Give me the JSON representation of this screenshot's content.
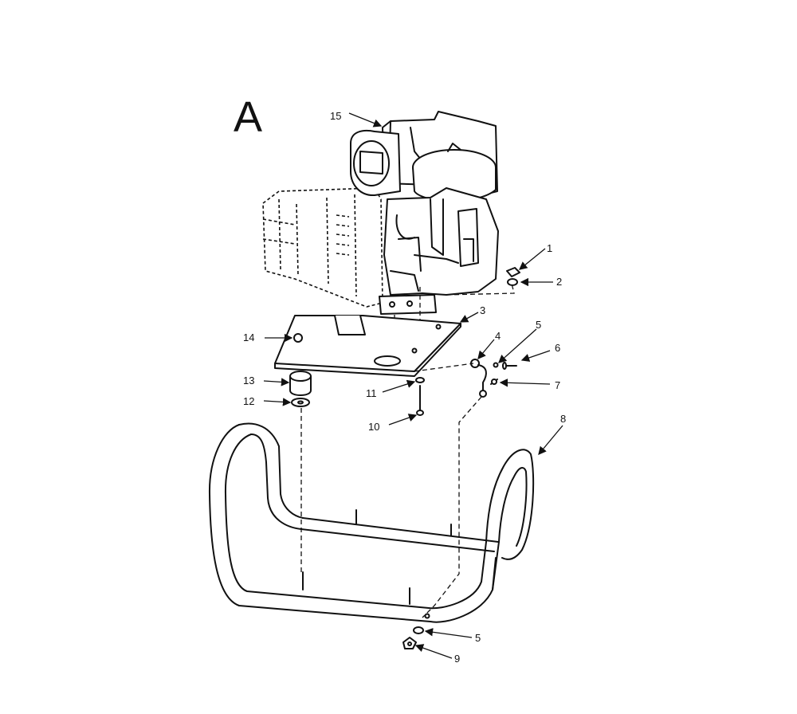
{
  "diagram": {
    "title": "A",
    "callouts": [
      "1",
      "2",
      "3",
      "4",
      "5",
      "6",
      "7",
      "8",
      "9",
      "10",
      "11",
      "12",
      "13",
      "14",
      "15",
      "5"
    ]
  }
}
